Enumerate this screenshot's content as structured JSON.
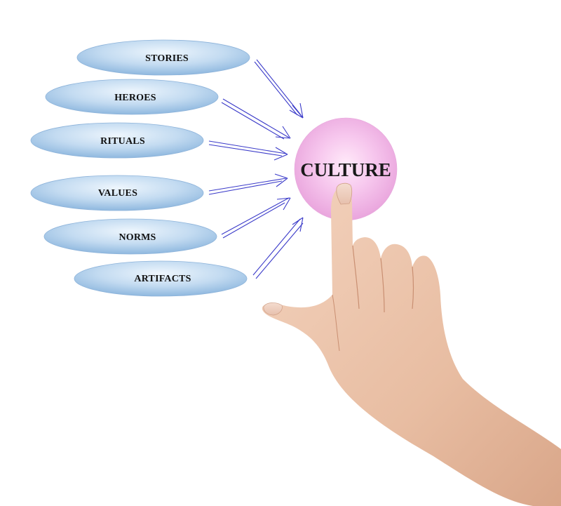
{
  "center": {
    "label": "CULTURE",
    "color": "#f4b6e8"
  },
  "elements": [
    {
      "label": "STORIES"
    },
    {
      "label": "HEROES"
    },
    {
      "label": "RITUALS"
    },
    {
      "label": "VALUES"
    },
    {
      "label": "NORMS"
    },
    {
      "label": "ARTIFACTS"
    }
  ],
  "colors": {
    "oval": "#9fc4e6",
    "oval_highlight": "#e6f1fb",
    "arrow": "#3b3bc9",
    "skin": "#e9c0a6"
  }
}
